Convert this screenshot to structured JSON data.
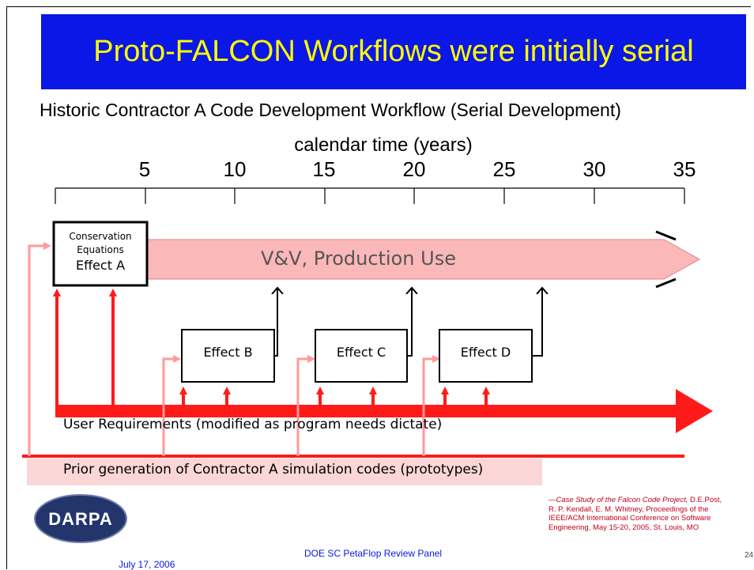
{
  "title": "Proto-FALCON Workflows were initially serial",
  "subtitle": "Historic Contractor A Code Development Workflow (Serial Development)",
  "timeline": {
    "axis_label": "calendar time (years)",
    "ticks": [
      "5",
      "10",
      "15",
      "20",
      "25",
      "30",
      "35"
    ]
  },
  "boxes": {
    "effect_a": {
      "line1": "Conservation",
      "line2": "Equations",
      "line3": "Effect A"
    },
    "effect_b": "Effect B",
    "effect_c": "Effect C",
    "effect_d": "Effect D"
  },
  "production_label": "V&V, Production Use",
  "requirements_label": "User Requirements (modified as program needs dictate)",
  "prior_label": "Prior generation of Contractor A simulation codes (prototypes)",
  "citation": {
    "italic": "—Case Study of the Falcon Code Project,",
    "rest": " D.E.Post, R. P. Kendall, E. M. Whitney, Proceedings of the IEEE/ACM International Conference on Software Engineering, May 15-20, 2005, St. Louis, MO"
  },
  "logo_text": "DARPA",
  "footer": {
    "date": "July 17, 2006",
    "panel": "DOE SC PetaFlop Review Panel",
    "page": "24"
  },
  "colors": {
    "title_bg": "#0a17e6",
    "title_fg": "#ffff00",
    "red": "#ff1a1a",
    "pink": "#ff9a9a",
    "band": "#fbb8b8"
  }
}
